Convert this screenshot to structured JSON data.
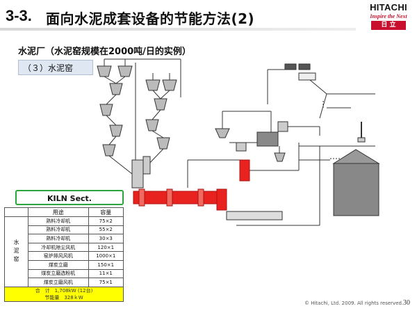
{
  "header": {
    "number": "3-3.",
    "title": "面向水泥成套设备的节能方法(2)",
    "logo_brand": "HITACHI",
    "logo_tagline": "Inspire the Next",
    "logo_jp": "日 立"
  },
  "subtitle": "水泥厂（水泥窑规模在2000吨/日的实例）",
  "section_label": "（３）水泥窑",
  "kiln_label": "KILN Sect.",
  "table": {
    "headers": [
      "用途",
      "容量"
    ],
    "group_label": "水泥窑",
    "rows": [
      {
        "name": "熟料冷却机",
        "capacity": "75×2"
      },
      {
        "name": "熟料冷却机",
        "capacity": "55×2"
      },
      {
        "name": "熟料冷却机",
        "capacity": "30×3"
      },
      {
        "name": "冷却机除尘风机",
        "capacity": "120×1"
      },
      {
        "name": "窑炉排风风机",
        "capacity": "1000×1"
      },
      {
        "name": "煤炭立磨",
        "capacity": "150×1"
      },
      {
        "name": "煤炭立磨选粉机",
        "capacity": "11×1"
      },
      {
        "name": "煤炭立磨风机",
        "capacity": "75×1"
      }
    ],
    "total_line1": "合　计　1,708kW (12台)",
    "total_line2": "节能量　328ｋW"
  },
  "footer": "© Hitachi, Ltd. 2009.  All rights reserved.",
  "page_number": "30",
  "colors": {
    "kiln_red": "#e8231f",
    "kiln_box_border": "#28a83a",
    "total_highlight": "#ffff00",
    "brand_red": "#c8102e"
  }
}
